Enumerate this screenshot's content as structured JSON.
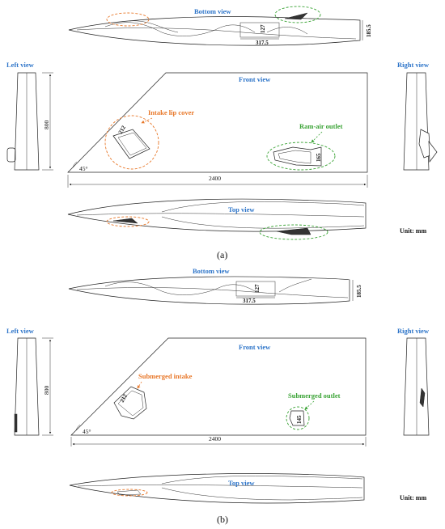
{
  "panel_a": {
    "bottom_view": "Bottom view",
    "left_view": "Left view",
    "right_view": "Right view",
    "front_view": "Front view",
    "top_view": "Top  view",
    "intake_label": "Intake lip cover",
    "outlet_label": "Ram-air outlet",
    "dim_height": "800",
    "dim_length": "2400",
    "dim_angle": "45°",
    "dim_intake": "212",
    "dim_outlet": "165",
    "dim_bottom_width": "317.5",
    "dim_bottom_height": "127",
    "dim_side": "185.5",
    "unit": "Unit: mm",
    "caption": "(a)"
  },
  "panel_b": {
    "bottom_view": "Bottom view",
    "left_view": "Left view",
    "right_view": "Right view",
    "front_view": "Front view",
    "top_view": "Top  view",
    "intake_label": "Submerged intake",
    "outlet_label": "Submerged outlet",
    "dim_height": "800",
    "dim_length": "2400",
    "dim_angle": "45°",
    "dim_intake": "212",
    "dim_outlet": "145",
    "dim_bottom_width": "317.5",
    "dim_bottom_height": "127",
    "dim_side": "185.5",
    "unit": "Unit: mm",
    "caption": "(b)"
  },
  "colors": {
    "view_title": "#2e75c9",
    "intake": "#e8782a",
    "outlet": "#3aa335"
  }
}
